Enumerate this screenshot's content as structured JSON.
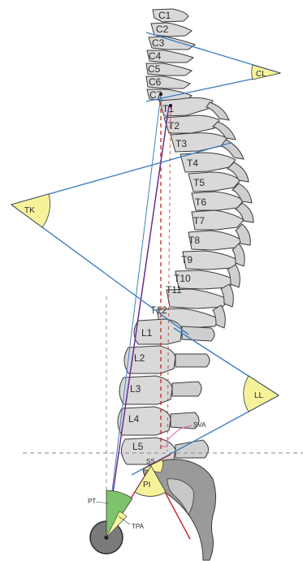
{
  "vertebrae": {
    "cervical": [
      "C1",
      "C2",
      "C3",
      "C4",
      "C5",
      "C6",
      "C7"
    ],
    "thoracic": [
      "T1",
      "T2",
      "T3",
      "T4",
      "T5",
      "T6",
      "T7",
      "T8",
      "T9",
      "T10",
      "T11",
      "T12"
    ],
    "lumbar": [
      "L1",
      "L2",
      "L3",
      "L4",
      "L5"
    ]
  },
  "angles": {
    "cl": "CL",
    "tk": "TK",
    "ll": "LL",
    "ss": "SS",
    "pi": "PI",
    "pt": "PT",
    "tpa": "TPA",
    "sva": "SVA"
  },
  "colors": {
    "line_blue": "#3f7fc0",
    "line_purple": "#6a2c91",
    "line_red": "#d42a2a",
    "dashed_red": "#c0392b",
    "angle_fill": "#f6f29a",
    "pt_fill": "#7dc36b",
    "sva_pink": "#d65b9e",
    "bone_fill": "#d9d9d9",
    "femur_fill": "#7a7a7a"
  }
}
